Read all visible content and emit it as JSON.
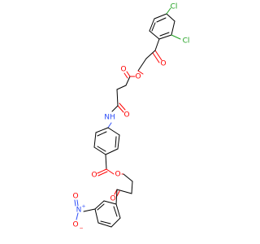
{
  "atoms": {
    "cl_top": "Cl",
    "cl_right": "Cl",
    "o_ketone_upper": "O",
    "o_ester_upper": "O",
    "o_carbonyl_upper": "O",
    "o_amide": "O",
    "nh_amide": "NH",
    "o_carbonyl_lower": "O",
    "o_ester_lower": "O",
    "o_ketone_lower": "O",
    "n_nitro": "N",
    "n_nitro_charge": "+",
    "o_nitro_top": "O",
    "o_nitro_bottom": "O",
    "o_nitro_charge": "−"
  },
  "colors": {
    "bond": "#000000",
    "oxygen": "#ff0000",
    "nitrogen": "#3050f8",
    "chlorine": "#1fa01f"
  }
}
